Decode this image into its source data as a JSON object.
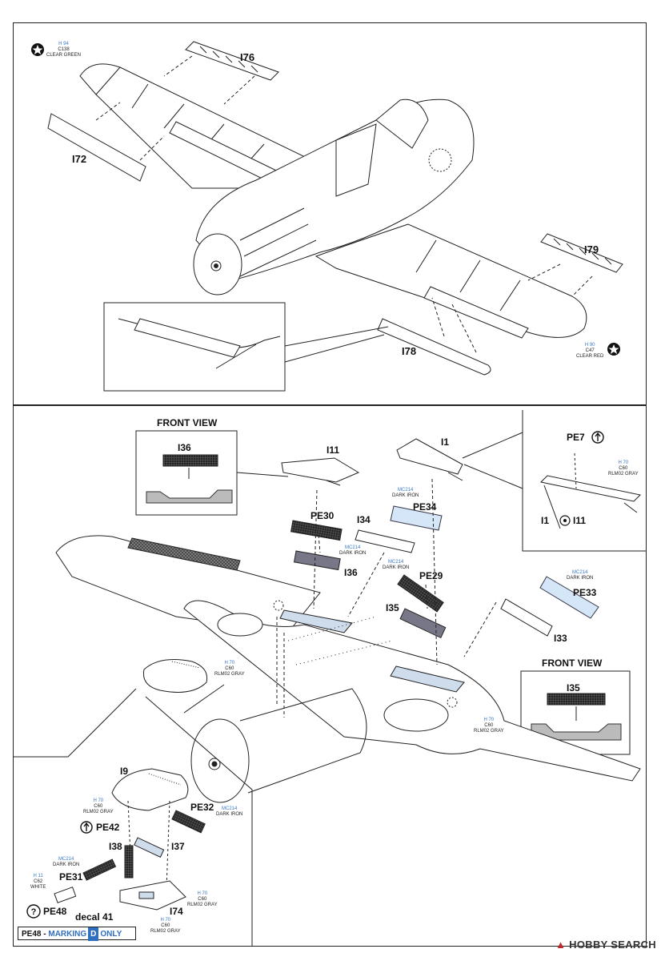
{
  "panel_top": {
    "parts": {
      "i76": "I76",
      "i72": "I72",
      "i79": "I79",
      "i78": "I78"
    },
    "paint_left": {
      "code": "H 94",
      "gunze": "C138",
      "name": "CLEAR GREEN"
    },
    "paint_right": {
      "code": "H 90",
      "gunze": "C47",
      "name": "CLEAR RED"
    }
  },
  "panel_bottom": {
    "front_view_1": {
      "title": "FRONT VIEW",
      "part": "I36"
    },
    "front_view_2": {
      "title": "FRONT VIEW",
      "part": "I35"
    },
    "parts": {
      "i11": "I11",
      "i1": "I1",
      "pe7": "PE7",
      "pe30": "PE30",
      "i34": "I34",
      "pe34": "PE34",
      "i36": "I36",
      "pe29": "PE29",
      "i35": "I35",
      "pe33": "PE33",
      "i33": "I33",
      "i1_join": "I1",
      "i11_join": "I11",
      "i9": "I9",
      "pe42": "PE42",
      "pe32": "PE32",
      "i38": "I38",
      "i37": "I37",
      "pe31": "PE31",
      "pe48": "PE48",
      "decal": "decal 41",
      "i74": "I74"
    },
    "paints": {
      "pe34_paint": {
        "code": "MC214",
        "name": "DARK IRON"
      },
      "pe30_paint": {
        "code": "MC214",
        "name": "DARK IRON"
      },
      "pe29_paint": {
        "code": "MC214",
        "name": "DARK IRON"
      },
      "pe33_paint": {
        "code": "MC214",
        "name": "DARK IRON"
      },
      "inset_paint": {
        "code": "H 70",
        "gunze": "C60",
        "name": "RLM02 GRAY"
      },
      "hatch_paint": {
        "code": "H 70",
        "gunze": "C60",
        "name": "RLM02 GRAY"
      },
      "bay_paint": {
        "code": "H 70",
        "gunze": "C60",
        "name": "RLM02 GRAY"
      },
      "i9_paint": {
        "code": "H 70",
        "gunze": "C60",
        "name": "RLM02 GRAY"
      },
      "pe32_paint": {
        "code": "MC214",
        "name": "DARK IRON"
      },
      "pe31_paint_a": {
        "code": "MC214",
        "name": "DARK IRON"
      },
      "pe31_paint_b": {
        "code": "H 11",
        "gunze": "C62",
        "name": "WHITE"
      },
      "i74_paint_a": {
        "code": "H 70",
        "gunze": "C60",
        "name": "RLM02 GRAY"
      },
      "i74_paint_b": {
        "code": "H 70",
        "gunze": "C60",
        "name": "RLM02 GRAY"
      }
    },
    "footer": {
      "prefix": "PE48 - ",
      "marking": "MARKING",
      "letter": "D",
      "suffix": "ONLY"
    }
  },
  "watermark": {
    "brand": "HOBBY SEARCH",
    "icon": "hobby-search-logo-icon"
  },
  "colors": {
    "accent_blue": "#2f6fc0",
    "paint_code_blue": "#3a78c8",
    "brand_red": "#c0282d"
  }
}
